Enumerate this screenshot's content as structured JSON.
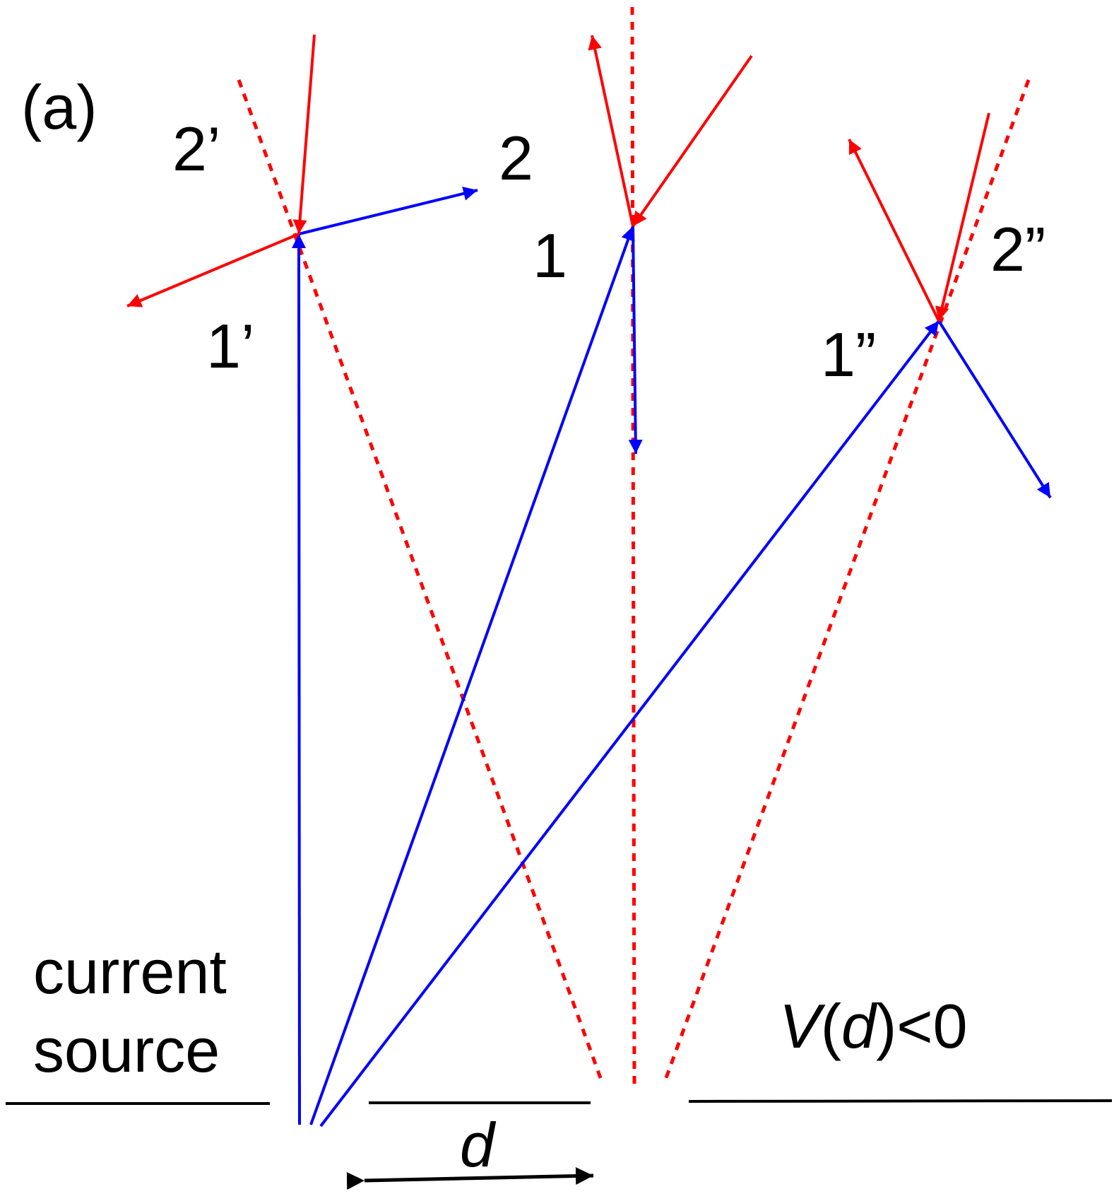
{
  "panel_label": "(a)",
  "labels": {
    "two_prime": "2’",
    "two": "2",
    "one": "1",
    "one_prime": "1’",
    "one_dprime": "1”",
    "two_dprime": "2”",
    "current_line1": "current",
    "current_line2": "source",
    "distance": "d",
    "potential_V": "V",
    "potential_open": "(",
    "potential_d": "d",
    "potential_close": ")<0"
  },
  "colors": {
    "ray": "#0000ff",
    "reflection": "#ff0000",
    "axis": "#000000"
  }
}
